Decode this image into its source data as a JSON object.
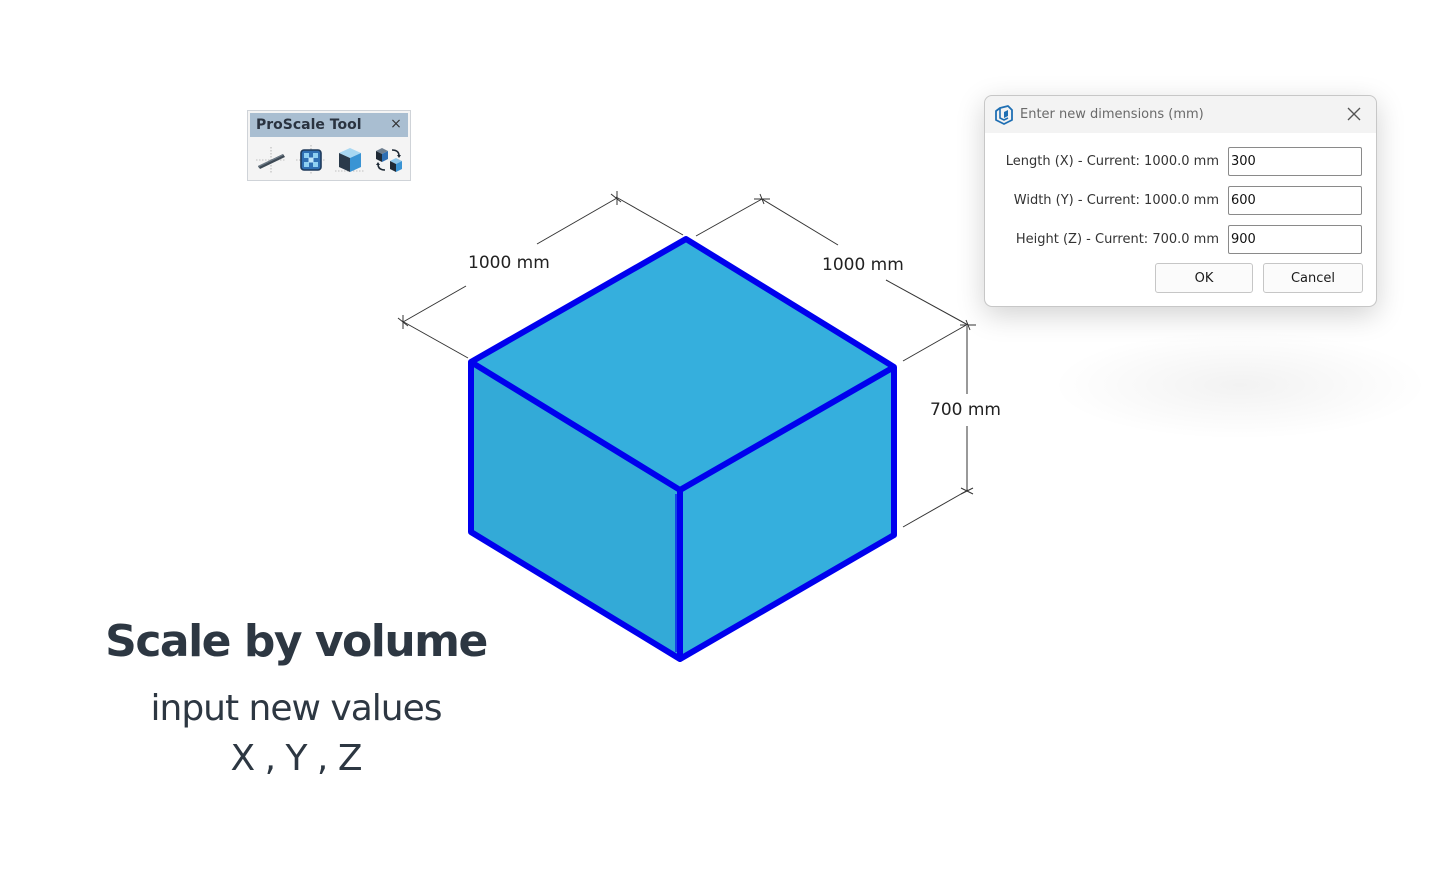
{
  "toolbar": {
    "title": "ProScale Tool",
    "close_glyph": "×",
    "tools": [
      {
        "icon": "scale-by-length-icon"
      },
      {
        "icon": "scale-by-area-icon"
      },
      {
        "icon": "scale-by-volume-icon"
      },
      {
        "icon": "scale-components-icon"
      }
    ]
  },
  "model": {
    "dimensions": {
      "length": "1000 mm",
      "width": "1000 mm",
      "height": "700 mm"
    },
    "colors": {
      "face_fill": "#35afdd",
      "edge_stroke": "#0000ee",
      "dimension_line": "#333333"
    }
  },
  "dialog": {
    "title": "Enter new dimensions (mm)",
    "app_icon": "sketchup-icon",
    "fields": [
      {
        "label": "Length (X) - Current: 1000.0 mm",
        "value": "300"
      },
      {
        "label": "Width (Y) - Current: 1000.0 mm",
        "value": "600"
      },
      {
        "label": "Height (Z) - Current: 700.0 mm",
        "value": "900"
      }
    ],
    "ok_label": "OK",
    "cancel_label": "Cancel"
  },
  "caption": {
    "title": "Scale by volume",
    "line1": "input new values",
    "line2": "X , Y , Z"
  }
}
